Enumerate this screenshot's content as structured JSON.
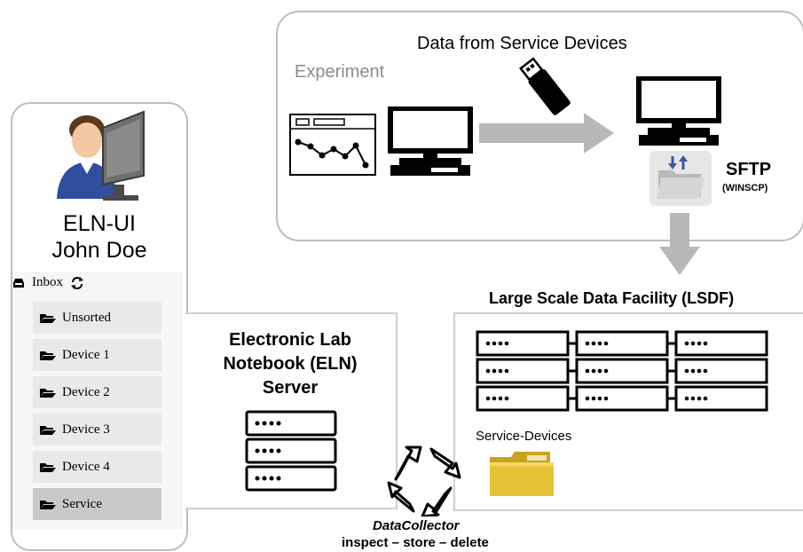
{
  "top_panel": {
    "title": "Data from Service Devices",
    "experiment_label": "Experiment",
    "sftp_label": "SFTP",
    "sftp_tool": "(WINSCP)"
  },
  "eln_ui": {
    "line1": "ELN-UI",
    "line2": "John Doe",
    "inbox_label": "Inbox",
    "folders": [
      "Unsorted",
      "Device 1",
      "Device 2",
      "Device 3",
      "Device 4",
      "Service"
    ],
    "active_folder": "Service"
  },
  "eln_server": {
    "title_lines": [
      "Electronic Lab",
      "Notebook (ELN)",
      "Server"
    ]
  },
  "lsdf": {
    "title": "Large Scale Data Facility (LSDF)",
    "folder_label": "Service-Devices"
  },
  "data_collector": {
    "label": "DataCollector",
    "steps": "inspect – store – delete"
  },
  "colors": {
    "panel_border": "#bdbdbd",
    "arrow_gray": "#b8b8b8",
    "folder_yellow": "#e8c236",
    "user_blue": "#2f4f9e"
  },
  "icons": [
    "user-at-computer-icon",
    "chart-window-icon",
    "monitor-icon",
    "usb-stick-icon",
    "sftp-folder-icon",
    "server-rack-icon",
    "recycle-icon",
    "folder-icon"
  ]
}
